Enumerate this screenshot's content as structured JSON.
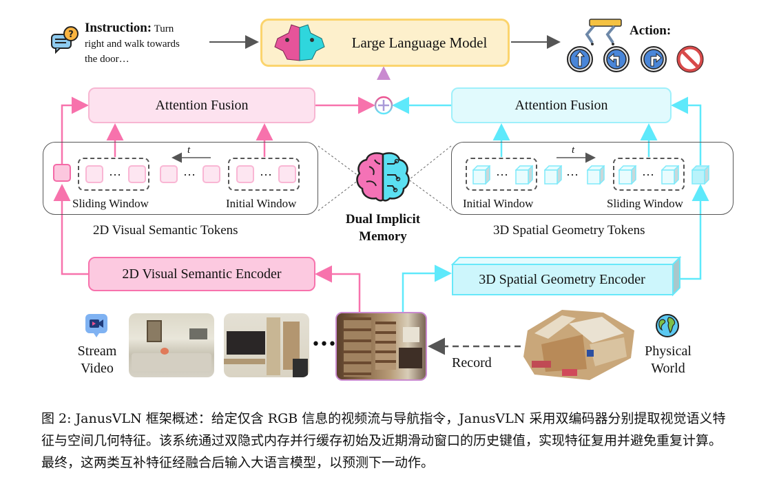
{
  "figure": {
    "instruction": {
      "label": "Instruction:",
      "text_line1": "Turn",
      "text_line2": "right and walk  towards",
      "text_line3": "the door…",
      "icon": "chat-question-icon"
    },
    "llm": {
      "label": "Large Language Model",
      "icon": "janus-two-headed-dog-icon"
    },
    "action": {
      "label": "Action:",
      "robot_icon": "quadruped-robot-icon",
      "actions": [
        {
          "name": "forward",
          "icon": "arrow-up-icon"
        },
        {
          "name": "turn-left",
          "icon": "turn-left-icon"
        },
        {
          "name": "turn-right",
          "icon": "turn-right-icon"
        },
        {
          "name": "stop",
          "icon": "stop-icon"
        }
      ]
    },
    "fusion_operator": "⊕",
    "left_branch": {
      "attention_fusion": "Attention Fusion",
      "tokens_label": "2D Visual Semantic Tokens",
      "sliding_window": "Sliding Window",
      "initial_window": "Initial Window",
      "time_label": "t",
      "ellipsis": "…",
      "encoder": "2D Visual Semantic Encoder",
      "color": "#f772ac"
    },
    "right_branch": {
      "attention_fusion": "Attention Fusion",
      "tokens_label": "3D Spatial  Geometry Tokens",
      "sliding_window": "Sliding Window",
      "initial_window": "Initial Window",
      "time_label": "t",
      "ellipsis": "…",
      "encoder": "3D Spatial Geometry Encoder",
      "color": "#67e8f9"
    },
    "memory": {
      "label_line1": "Dual Implicit",
      "label_line2": "Memory",
      "icon": "brain-icon"
    },
    "stream": {
      "label_line1": "Stream",
      "label_line2": "Video",
      "icon": "video-camera-icon",
      "more": "•••"
    },
    "record_label": "Record",
    "world": {
      "label_line1": "Physical",
      "label_line2": "World",
      "icon": "globe-icon"
    }
  },
  "caption": "图 2: JanusVLN 框架概述：给定仅含 RGB 信息的视频流与导航指令，JanusVLN 采用双编码器分别提取视觉语义特征与空间几何特征。该系统通过双隐式内存并行缓存初始及近期滑动窗口的历史键值，实现特征复用并避免重复计算。最终，这两类互补特征经融合后输入大语言模型，以预测下一动作。"
}
